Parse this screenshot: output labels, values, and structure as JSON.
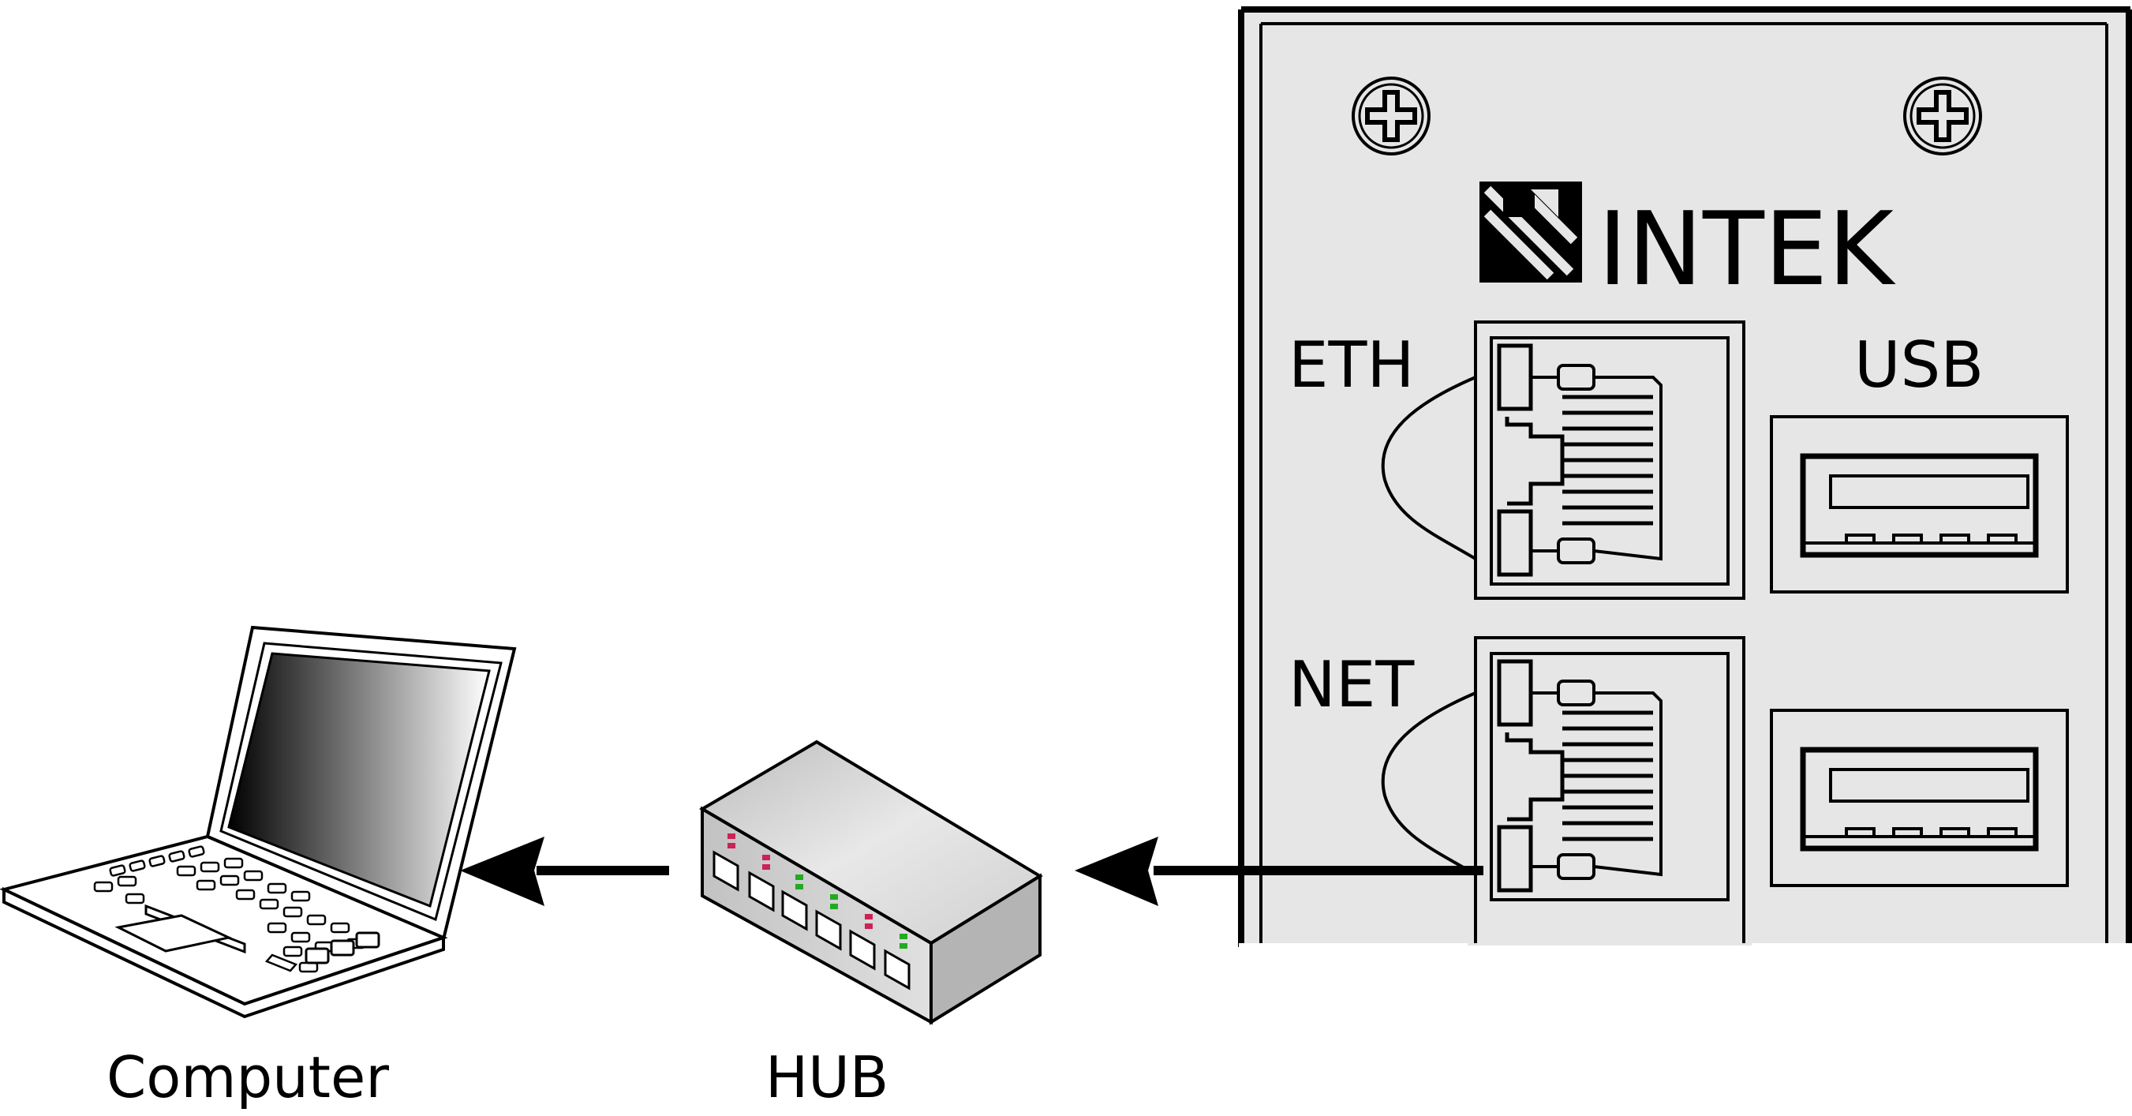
{
  "device": {
    "brand": "INTEK",
    "ports": {
      "eth_label": "ETH",
      "net_label": "NET",
      "usb_label": "USB"
    }
  },
  "nodes": {
    "computer_label": "Computer",
    "hub_label": "HUB"
  },
  "colors": {
    "panel_fill": "#e6e6e6",
    "stroke": "#000000",
    "led_red": "#cc2255",
    "led_green": "#22aa22",
    "hub_top": "#e4e4e4",
    "hub_front": "#d2d2d2",
    "hub_side": "#b4b4b4"
  },
  "icons": {
    "laptop": "laptop-icon",
    "hub": "network-hub-icon",
    "rj45": "rj45-port-icon",
    "usb": "usb-port-icon",
    "screw": "screw-icon",
    "logo": "intek-logo-icon",
    "arrow": "arrow-left-icon"
  }
}
